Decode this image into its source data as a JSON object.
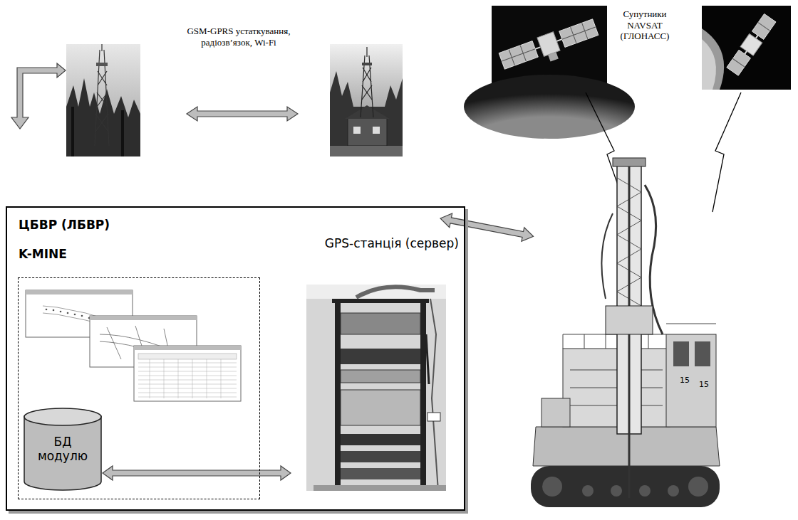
{
  "diagram": {
    "nodes": [
      {
        "text": [
          "ЦБВР (ЛБВР)"
        ]
      },
      {
        "text": [
          "K-MINE"
        ],
        "in": 0
      },
      {
        "text": [
          "БД модулю"
        ],
        "in": 1
      },
      {
        "text": [
          "GPS-станція (сервер)"
        ],
        "in": 0
      }
    ],
    "edges": [
      {
        "from": 2,
        "to": 3,
        "arrow": "both"
      }
    ],
    "labels": [
      "GSM-GPRS устаткування, радіозв’язок, Wi-Fi",
      "Супутники NAVSAT (ГЛОНАСС)",
      "15",
      "15"
    ]
  }
}
